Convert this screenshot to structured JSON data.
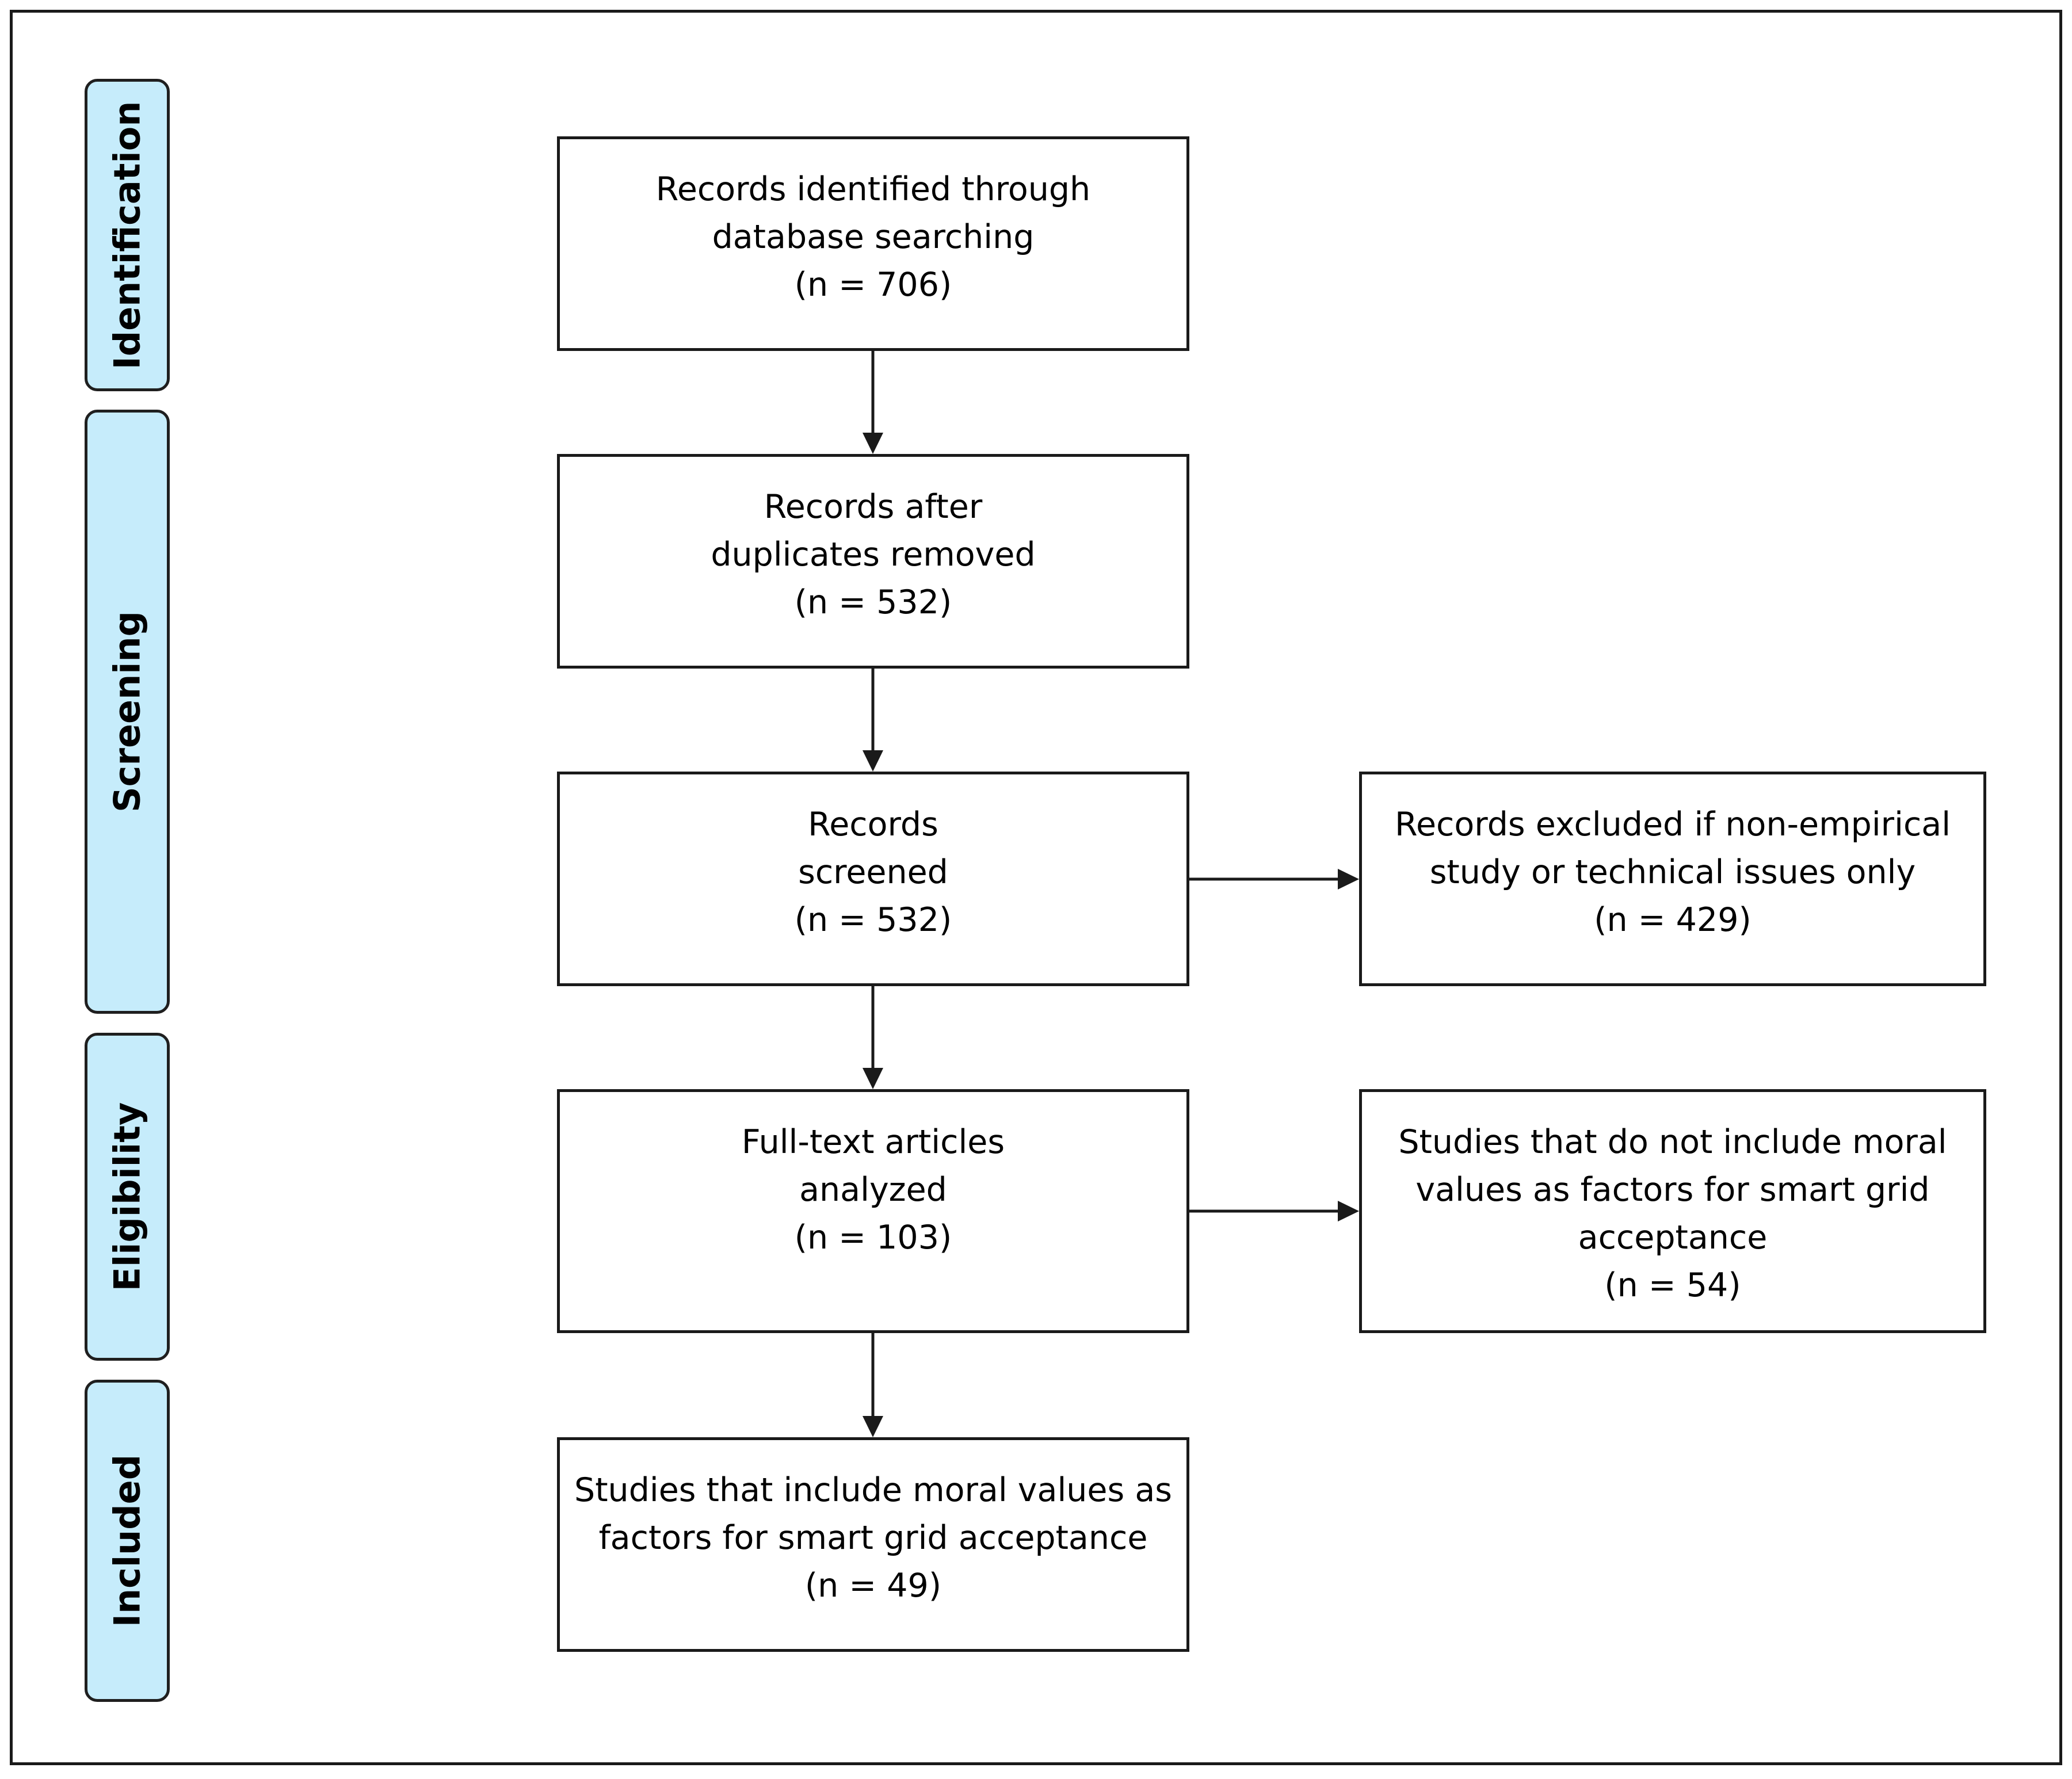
{
  "phases": {
    "identification": "Identification",
    "screening": "Screening",
    "eligibility": "Eligibility",
    "included": "Included"
  },
  "boxes": {
    "identified": {
      "line1": "Records identified through",
      "line2": "database searching",
      "count": "(n = 706)"
    },
    "deduplicated": {
      "line1": "Records after",
      "line2": "duplicates removed",
      "count": "(n = 532)"
    },
    "screened": {
      "line1": "Records",
      "line2": "screened",
      "count": "(n = 532)"
    },
    "excluded_screening": {
      "line1": "Records excluded if non-empirical",
      "line2": "study or technical issues only",
      "count": "(n = 429)"
    },
    "fulltext": {
      "line1": "Full-text articles",
      "line2": "analyzed",
      "count": "(n = 103)"
    },
    "excluded_fulltext": {
      "line1": "Studies that do not include moral",
      "line2": "values as factors for smart grid",
      "line3": "acceptance",
      "count": "(n = 54)"
    },
    "included": {
      "line1": "Studies that include moral values as",
      "line2": "factors for smart grid acceptance",
      "count": "(n = 49)"
    }
  },
  "colors": {
    "phase_fill": "#c6ecfb",
    "stroke": "#1a1a1a"
  }
}
